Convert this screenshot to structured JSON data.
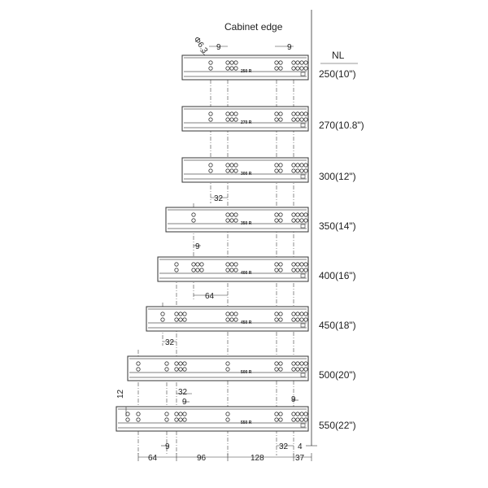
{
  "header": {
    "cabinet_edge": "Cabinet edge",
    "nl_heading": "NL",
    "hole_diameter": "Φ6.3"
  },
  "slides": [
    {
      "nl": "250(10\")",
      "part": "250 R"
    },
    {
      "nl": "270(10.8\")",
      "part": "270 R"
    },
    {
      "nl": "300(12\")",
      "part": "300 R"
    },
    {
      "nl": "350(14\")",
      "part": "350 R"
    },
    {
      "nl": "400(16\")",
      "part": "400 R"
    },
    {
      "nl": "450(18\")",
      "part": "450 R"
    },
    {
      "nl": "500(20\")",
      "part": "500 R"
    },
    {
      "nl": "550(22\")",
      "part": "550 R"
    }
  ],
  "dimensions": {
    "top_9_left": "9",
    "top_9_right": "9",
    "d32_300": "32",
    "d9_400": "9",
    "d64_400": "64",
    "d32_450": "32",
    "d12_550": "12",
    "d32_550": "32",
    "d9_550_upper": "9",
    "d9_550_right": "9",
    "bottom_9": "9",
    "bottom_32": "32",
    "bottom_4": "4",
    "bottom_64": "64",
    "bottom_96": "96",
    "bottom_128": "128",
    "bottom_37": "37"
  }
}
